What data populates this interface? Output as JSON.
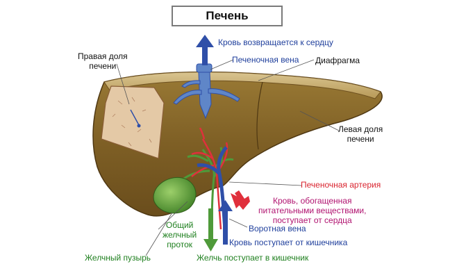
{
  "title": "Печень",
  "labels": {
    "right_lobe": [
      "Правая доля",
      "печени"
    ],
    "left_lobe": [
      "Левая доля",
      "печени"
    ],
    "blood_to_heart": "Кровь возвращается к сердцу",
    "hepatic_vein": "Печеночная вена",
    "diaphragm": "Диафрагма",
    "hepatic_artery": "Печеночная артерия",
    "oxygen_blood": [
      "Кровь, обогащенная",
      "питательными веществами,",
      "поступает от сердца"
    ],
    "common_bile_duct": [
      "Общий",
      "желчный",
      "проток"
    ],
    "portal_vein": "Воротная вена",
    "blood_from_intestine": "Кровь поступает от кишечника",
    "gallbladder": "Желчный пузырь",
    "bile_to_intestine": "Желчь поступает в кишечник"
  },
  "colors": {
    "liver": "#8a6a2c",
    "vein_blue": "#2f4fa8",
    "artery_red": "#e0303c",
    "bile_green": "#4f9a3a",
    "label_blue": "#1f3f9c",
    "label_red": "#d9232e",
    "label_magenta": "#b0126f",
    "label_green": "#1e7f1e"
  }
}
